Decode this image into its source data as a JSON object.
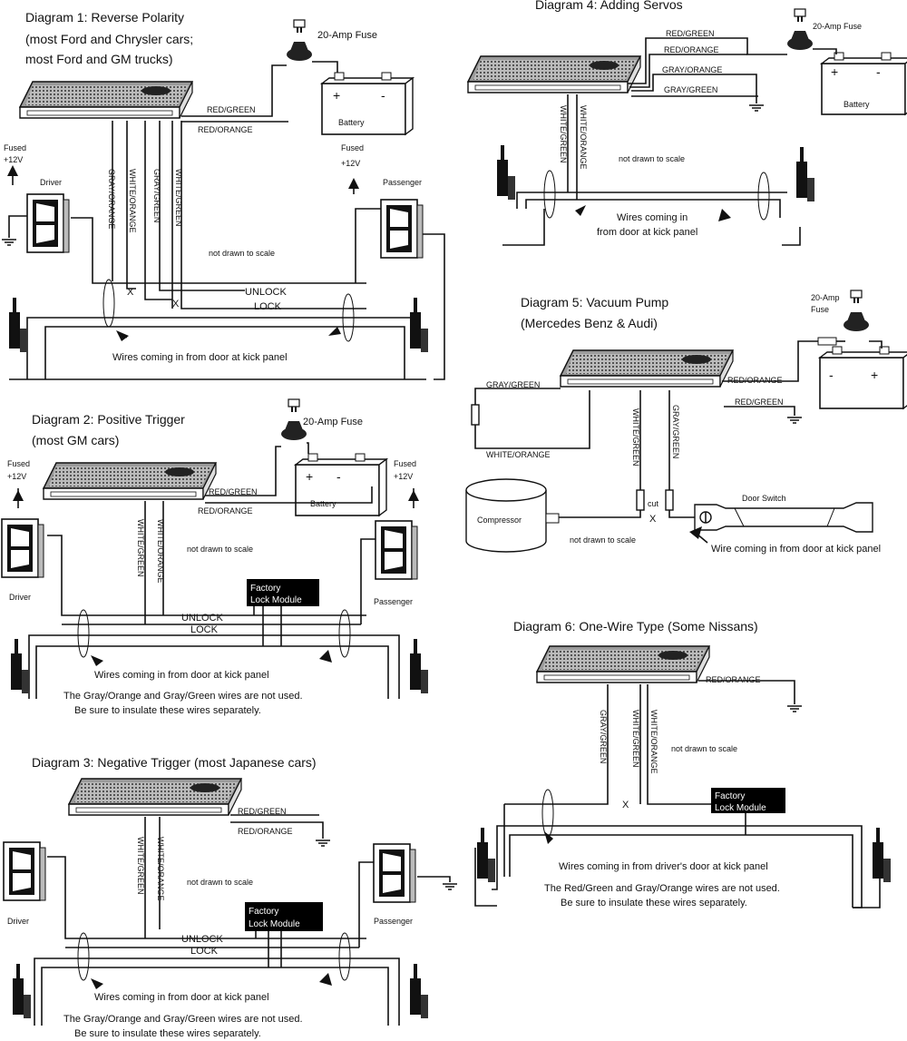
{
  "diagrams": {
    "d1": {
      "title": "Diagram 1: Reverse Polarity",
      "subtitle1": "(most Ford and Chrysler cars;",
      "subtitle2": "most Ford and GM trucks)",
      "fuse": "20-Amp Fuse",
      "battery": "Battery",
      "plus": "+",
      "minus": "-",
      "red_green": "RED/GREEN",
      "red_orange": "RED/ORANGE",
      "gray_orange": "GRAY/ORANGE",
      "white_orange": "WHITE/ORANGE",
      "gray_green": "GRAY/GREEN",
      "white_green": "WHITE/GREEN",
      "fused_left": "Fused",
      "fused_left2": "+12V",
      "fused_right": "Fused",
      "fused_right2": "+12V",
      "driver": "Driver",
      "passenger": "Passenger",
      "scale": "not drawn to scale",
      "unlock": "UNLOCK",
      "lock": "LOCK",
      "x": "X",
      "wires": "Wires coming in from door at kick panel"
    },
    "d2": {
      "title": "Diagram 2: Positive Trigger",
      "subtitle": "(most GM cars)",
      "fuse": "20-Amp Fuse",
      "battery": "Battery",
      "plus": "+",
      "minus": "-",
      "red_green": "RED/GREEN",
      "red_orange": "RED/ORANGE",
      "white_green": "WHITE/GREEN",
      "white_orange": "WHITE/ORANGE",
      "fused_left": "Fused",
      "fused_left2": "+12V",
      "fused_right": "Fused",
      "fused_right2": "+12V",
      "driver": "Driver",
      "passenger": "Passenger",
      "scale": "not drawn to scale",
      "module1": "Factory",
      "module2": "Lock Module",
      "unlock": "UNLOCK",
      "lock": "LOCK",
      "wires": "Wires coming in from door at kick panel",
      "note1": "The Gray/Orange and Gray/Green wires are not used.",
      "note2": "Be sure to insulate these wires separately."
    },
    "d3": {
      "title": "Diagram 3: Negative Trigger (most Japanese cars)",
      "red_green": "RED/GREEN",
      "red_orange": "RED/ORANGE",
      "white_green": "WHITE/GREEN",
      "white_orange": "WHITE/ORANGE",
      "driver": "Driver",
      "passenger": "Passenger",
      "scale": "not drawn to scale",
      "module1": "Factory",
      "module2": "Lock Module",
      "unlock": "UNLOCK",
      "lock": "LOCK",
      "wires": "Wires coming in from door at kick panel",
      "note1": "The Gray/Orange and Gray/Green wires are not used.",
      "note2": "Be sure to insulate these wires separately."
    },
    "d4": {
      "title": "Diagram 4:  Adding Servos",
      "fuse": "20-Amp Fuse",
      "battery": "Battery",
      "plus": "+",
      "minus": "-",
      "red_green": "RED/GREEN",
      "red_orange": "RED/ORANGE",
      "gray_orange": "GRAY/ORANGE",
      "gray_green": "GRAY/GREEN",
      "white_green": "WHITE/GREEN",
      "white_orange": "WHITE/ORANGE",
      "scale": "not drawn to scale",
      "wires1": "Wires coming in",
      "wires2": "from door at kick panel"
    },
    "d5": {
      "title": "Diagram 5: Vacuum Pump",
      "subtitle": "(Mercedes Benz & Audi)",
      "fuse1": "20-Amp",
      "fuse2": "Fuse",
      "plus": "+",
      "minus": "-",
      "gray_green": "GRAY/GREEN",
      "white_orange": "WHITE/ORANGE",
      "red_orange": "RED/ORANGE",
      "red_green": "RED/GREEN",
      "white_green": "WHITE/GREEN",
      "gray_green_v": "GRAY/GREEN",
      "compressor": "Compressor",
      "cut": "cut",
      "x": "X",
      "door_switch": "Door Switch",
      "scale": "not drawn to scale",
      "wire": "Wire coming in from door at kick panel"
    },
    "d6": {
      "title": "Diagram 6: One-Wire Type (Some Nissans)",
      "red_orange": "RED/ORANGE",
      "gray_green": "GRAY/GREEN",
      "white_green": "WHITE/GREEN",
      "white_orange": "WHITE/ORANGE",
      "scale": "not drawn to scale",
      "module1": "Factory",
      "module2": "Lock Module",
      "x": "X",
      "wires": "Wires coming in from driver's door at kick panel",
      "note1": "The Red/Green and Gray/Orange wires are not used.",
      "note2": "Be sure to insulate these wires separately."
    }
  }
}
